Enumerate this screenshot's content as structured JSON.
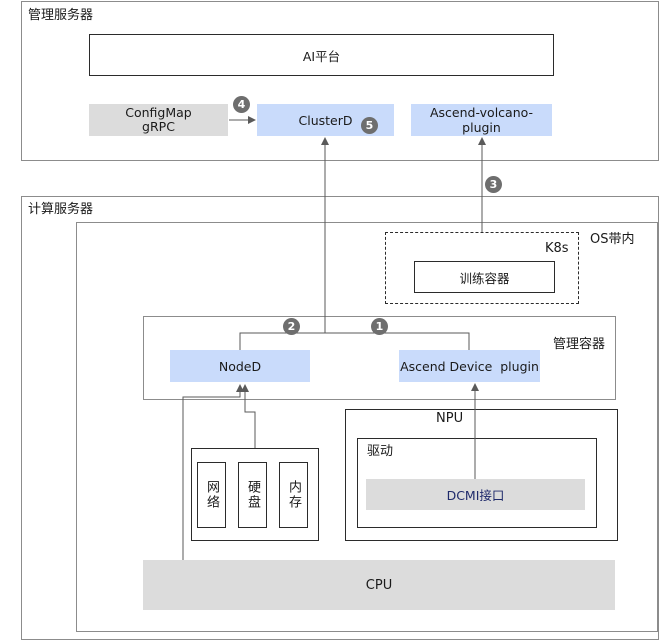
{
  "mgmt_server": {
    "title": "管理服务器"
  },
  "ai_platform": {
    "label": "AI平台"
  },
  "configmap": {
    "line1": "ConfigMap",
    "line2": "gRPC"
  },
  "clusterd": {
    "label": "ClusterD"
  },
  "volcano": {
    "label": "Ascend-volcano-plugin"
  },
  "compute_server": {
    "title": "计算服务器"
  },
  "os_inband": {
    "label": "OS带内"
  },
  "k8s": {
    "label": "K8s",
    "training_container": "训练容器"
  },
  "mgmt_container": {
    "label": "管理容器"
  },
  "noded": {
    "label": "NodeD"
  },
  "device_plugin": {
    "label": "Ascend Device  plugin"
  },
  "hardware": {
    "network": "网络",
    "disk": "硬盘",
    "memory": "内存"
  },
  "npu": {
    "label": "NPU",
    "driver": "驱动",
    "dcmi": "DCMI接口"
  },
  "cpu": {
    "label": "CPU"
  },
  "badges": {
    "b1": "1",
    "b2": "2",
    "b3": "3",
    "b4": "4",
    "b5": "5"
  },
  "colors": {
    "blue_box": "#c9dbfb",
    "gray_box": "#dcdcdc",
    "badge": "#6e6e6e",
    "dcmi_text": "#1f2a6b"
  }
}
